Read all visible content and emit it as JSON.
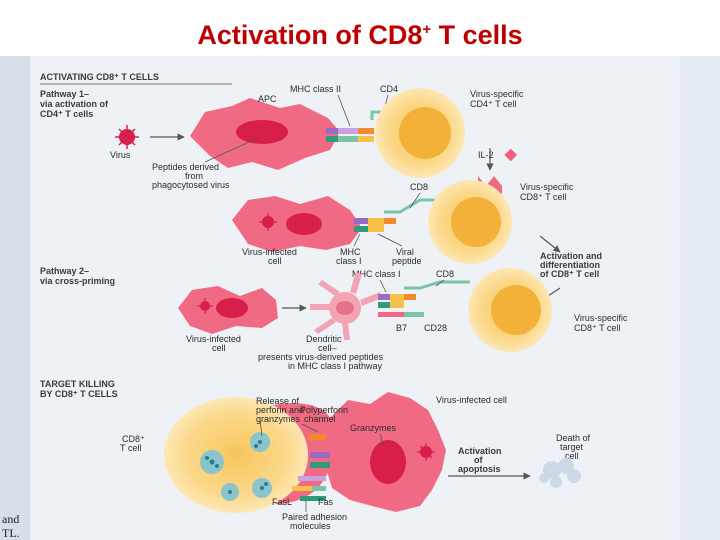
{
  "slide": {
    "title_main": "Activation of CD8",
    "title_sup": "+",
    "title_end": " T cells"
  },
  "sections": {
    "activating_l1": "ACTIVATING CD8⁺ T CELLS",
    "pathway1_l1": "Pathway  1–",
    "pathway1_l2": "via activation of",
    "pathway1_l3": "CD4⁺ T cells",
    "pathway2_l1": "Pathway 2–",
    "pathway2_l2": "via cross-priming",
    "killing_l1": "TARGET KILLING",
    "killing_l2": "BY CD8⁺ T CELLS"
  },
  "labels": {
    "mhc_class_ii": "MHC class II",
    "cd4": "CD4",
    "virus_specific_cd4_l1": "Virus-specific",
    "virus_specific_cd4_l2": "CD4⁺ T cell",
    "apc": "APC",
    "virus": "Virus",
    "peptides_l1": "Peptides derived",
    "peptides_l2": "from",
    "peptides_l3": "phagocytosed virus",
    "il2": "IL-2",
    "cd8_top": "CD8",
    "virus_specific_cd8_l1": "Virus-specific",
    "virus_specific_cd8_l2": "CD8⁺ T cell",
    "virus_infected_cell_1_l1": "Virus-infected",
    "virus_infected_cell_1_l2": "cell",
    "mhc_class_i_l1": "MHC",
    "mhc_class_i_l2": "class I",
    "viral_peptide_l1": "Viral",
    "viral_peptide_l2": "peptide",
    "activation_diff_l1": "Activation and",
    "activation_diff_l2": "differentiation",
    "activation_diff_l3": "of CD8⁺ T cell",
    "mhc_class_i_2": "MHC class  I",
    "cd8_mid": "CD8",
    "b7": "B7",
    "cd28": "CD28",
    "virus_specific_cd8b_l1": "Virus-specific",
    "virus_specific_cd8b_l2": "CD8⁺ T cell",
    "virus_infected_cell_2_l1": "Virus-infected",
    "virus_infected_cell_2_l2": "cell",
    "dendritic_l1": "Dendritic",
    "dendritic_l2": "cell–",
    "dendritic_l3": "presents virus-derived peptides",
    "dendritic_l4": "in MHC class I pathway",
    "release_l1": "Release of",
    "release_l2": "perforin and",
    "release_l3": "granzymes",
    "polyperforin_l1": "Polyperforin",
    "polyperforin_l2": "channel",
    "virus_infected_cell_3": "Virus-infected cell",
    "cd8_t_cell_l1": "CD8⁺",
    "cd8_t_cell_l2": "T cell",
    "granzymes": "Granzymes",
    "activation_apop_l1": "Activation",
    "activation_apop_l2": "of",
    "activation_apop_l3": "apoptosis",
    "death_l1": "Death of",
    "death_l2": "target",
    "death_l3": "cell",
    "fasl": "FasL",
    "fas": "Fas",
    "paired_l1": "Paired adhesion",
    "paired_l2": "molecules"
  },
  "margin": {
    "line1": "and",
    "line2": "TL."
  },
  "colors": {
    "title": "#c00000",
    "panel": "#eef2f6",
    "pink_cell": "#f06a84",
    "pink_nucleus": "#d81e4b",
    "t_cell": "#fbd98a",
    "t_cell_nucleus": "#f4b13a",
    "arrow": "#555555"
  }
}
